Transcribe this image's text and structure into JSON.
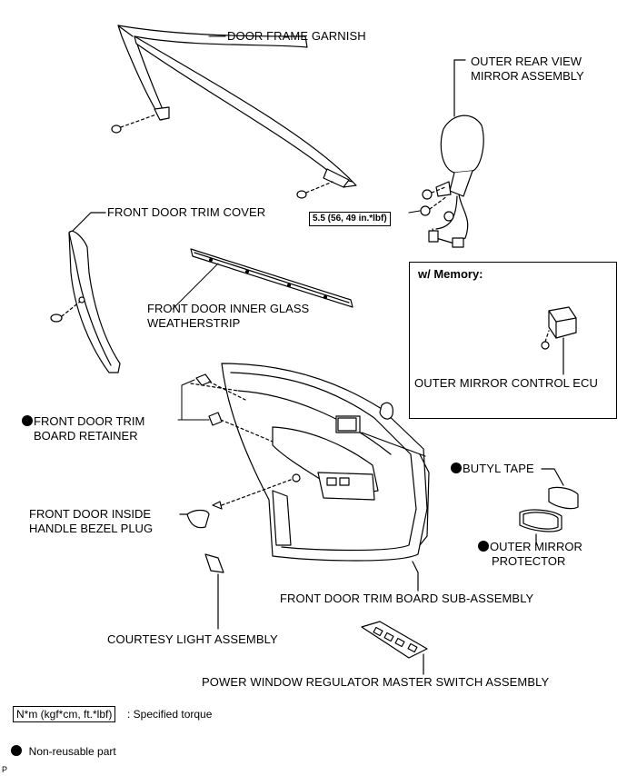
{
  "labels": {
    "door_frame_garnish": "DOOR FRAME GARNISH",
    "outer_mirror_line1": "OUTER REAR VIEW",
    "outer_mirror_line2": "MIRROR ASSEMBLY",
    "front_door_trim_cover": "FRONT DOOR TRIM COVER",
    "torque_value": "5.5 (56, 49 in.*lbf)",
    "memory_title": "w/ Memory:",
    "inner_glass_line1": "FRONT DOOR INNER GLASS",
    "inner_glass_line2": "WEATHERSTRIP",
    "outer_mirror_ecu": "OUTER MIRROR CONTROL ECU",
    "trim_retainer_line1": "FRONT DOOR TRIM",
    "trim_retainer_line2": "BOARD RETAINER",
    "butyl_tape": "BUTYL TAPE",
    "bezel_plug_line1": "FRONT DOOR INSIDE",
    "bezel_plug_line2": "HANDLE BEZEL PLUG",
    "outer_mirror_protector_line1": "OUTER MIRROR",
    "outer_mirror_protector_line2": "PROTECTOR",
    "trim_board": "FRONT DOOR TRIM BOARD SUB-ASSEMBLY",
    "courtesy_light": "COURTESY LIGHT ASSEMBLY",
    "master_switch": "POWER WINDOW REGULATOR MASTER SWITCH ASSEMBLY"
  },
  "legend": {
    "torque_unit": "N*m (kgf*cm, ft.*lbf)",
    "torque_desc": ": Specified torque",
    "non_reusable": "Non-reusable part"
  },
  "corner_mark": "P"
}
